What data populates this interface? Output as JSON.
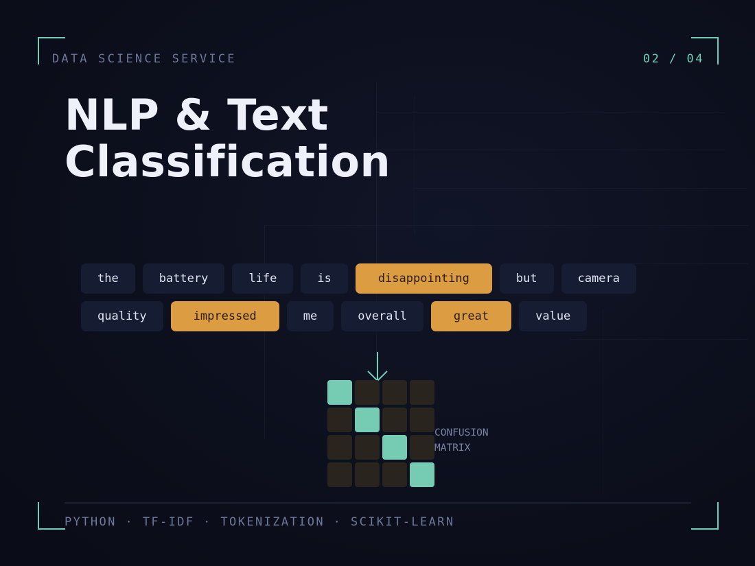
{
  "header": {
    "eyebrow": "DATA SCIENCE SERVICE",
    "counter": "02 / 04"
  },
  "title": {
    "line1": "NLP & Text",
    "line2": "Classification"
  },
  "tokens": {
    "row1": [
      "the",
      "battery",
      "life",
      "is",
      "disappointing",
      "but",
      "camera"
    ],
    "row2": [
      "quality",
      "impressed",
      "me",
      "overall",
      "great",
      "value"
    ],
    "highlighted": [
      "disappointing",
      "impressed",
      "great"
    ]
  },
  "matrix": {
    "size": 4,
    "label_line1": "CONFUSION",
    "label_line2": "MATRIX"
  },
  "footer": {
    "tags": "PYTHON · TF-IDF · TOKENIZATION · SCIKIT-LEARN"
  },
  "colors": {
    "accent": "#6ecfb6",
    "highlight": "#dc9c42",
    "background": "#0c0f1c",
    "token_bg": "#161d33"
  }
}
